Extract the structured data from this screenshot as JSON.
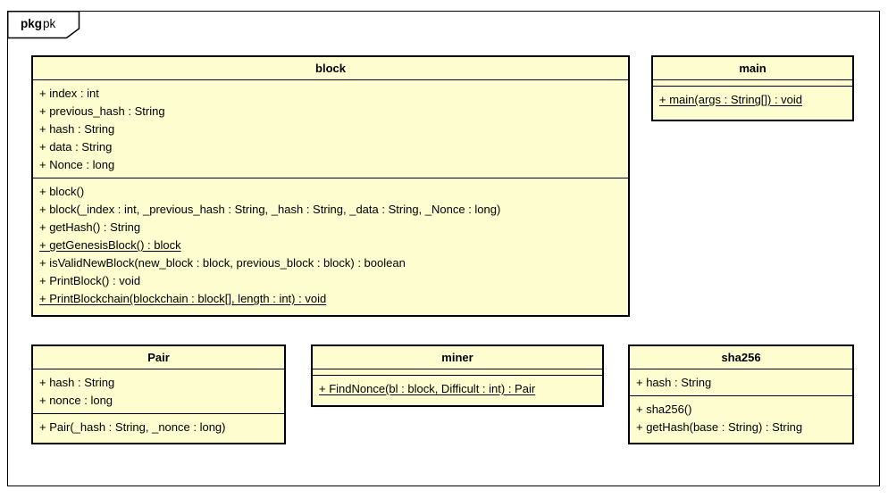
{
  "package": {
    "keyword": "pkg",
    "name": "pk"
  },
  "colors": {
    "class_fill": "#FDFDD0",
    "border": "#000000",
    "background": "#FFFFFF"
  },
  "classes": [
    {
      "name": "block",
      "attributes": [
        "+ index : int",
        "+ previous_hash : String",
        "+ hash : String",
        "+ data : String",
        "+ Nonce : long"
      ],
      "methods": [
        {
          "text": "+ block()",
          "static": false
        },
        {
          "text": "+ block(_index : int, _previous_hash : String, _hash : String, _data : String, _Nonce : long)",
          "static": false
        },
        {
          "text": "+ getHash() : String",
          "static": false
        },
        {
          "text": "+ getGenesisBlock() : block",
          "static": true
        },
        {
          "text": "+ isValidNewBlock(new_block : block, previous_block : block) : boolean",
          "static": false
        },
        {
          "text": "+ PrintBlock() : void",
          "static": false
        },
        {
          "text": "+ PrintBlockchain(blockchain : block[], length : int) : void",
          "static": true
        }
      ]
    },
    {
      "name": "main",
      "attributes": [],
      "methods": [
        {
          "text": "+ main(args : String[]) : void",
          "static": true
        }
      ]
    },
    {
      "name": "Pair",
      "attributes": [
        "+ hash : String",
        "+ nonce : long"
      ],
      "methods": [
        {
          "text": "+ Pair(_hash : String, _nonce : long)",
          "static": false
        }
      ]
    },
    {
      "name": "miner",
      "attributes": [],
      "methods": [
        {
          "text": "+ FindNonce(bl : block, Difficult : int) : Pair",
          "static": true
        }
      ]
    },
    {
      "name": "sha256",
      "attributes": [
        "+ hash : String"
      ],
      "methods": [
        {
          "text": "+ sha256()",
          "static": false
        },
        {
          "text": "+ getHash(base : String) : String",
          "static": false
        }
      ]
    }
  ]
}
